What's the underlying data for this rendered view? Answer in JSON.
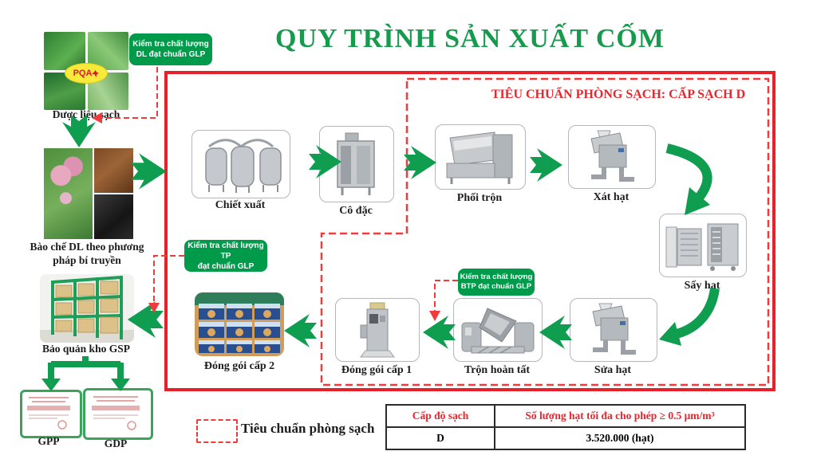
{
  "title": "QUY TRÌNH SẢN XUẤT CỐM",
  "cleanroom": {
    "title": "TIÊU CHUẨN PHÒNG SẠCH: CẤP SẠCH D"
  },
  "supply_chain": {
    "logo": "PQA",
    "source_label": "Dược liệu sạch",
    "prep_label": "Bào chế DL theo phương pháp bí truyền",
    "storage_label": "Bảo quản kho GSP",
    "certificates": [
      {
        "label": "GPP"
      },
      {
        "label": "GDP"
      }
    ]
  },
  "callouts": [
    {
      "line1": "Kiểm tra chất lượng",
      "line2": "DL đạt chuẩn GLP"
    },
    {
      "line1": "Kiểm tra chất lượng TP",
      "line2": "đạt chuẩn GLP"
    },
    {
      "line1": "Kiểm tra chất lượng",
      "line2": "BTP đạt chuẩn GLP"
    }
  ],
  "process": {
    "steps": [
      {
        "label": "Chiết xuất"
      },
      {
        "label": "Cô đặc"
      },
      {
        "label": "Phối trộn"
      },
      {
        "label": "Xát hạt"
      },
      {
        "label": "Sấy hạt"
      },
      {
        "label": "Sửa hạt"
      },
      {
        "label": "Trộn hoàn tất"
      },
      {
        "label": "Đóng gói cấp 1"
      },
      {
        "label": "Đóng gói cấp 2"
      }
    ]
  },
  "legend": {
    "label": "Tiêu chuẩn phòng sạch"
  },
  "table": {
    "headers": [
      "Cấp độ sạch",
      "Số lượng hạt tối đa cho phép ≥ 0.5 μm/m³"
    ],
    "rows": [
      [
        "D",
        "3.520.000 (hạt)"
      ]
    ]
  },
  "colors": {
    "green": "#0f9d4f",
    "red": "#e8262d",
    "callout_green": "#009b4a"
  }
}
